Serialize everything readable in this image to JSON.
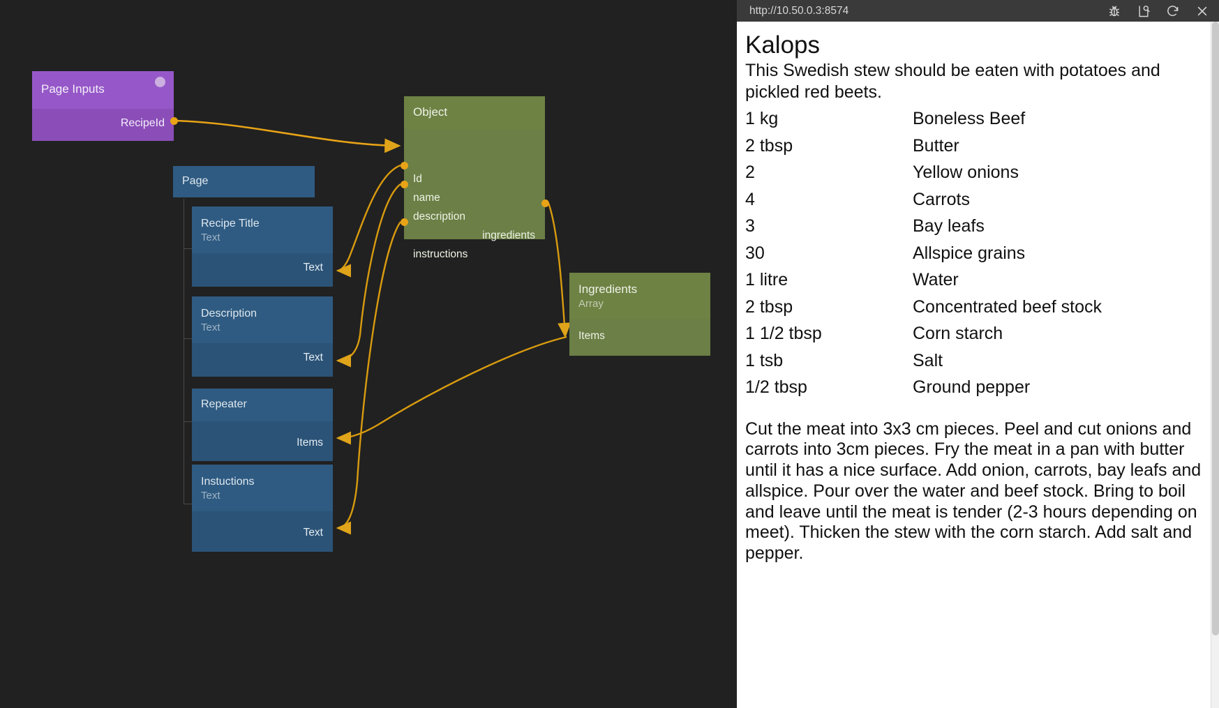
{
  "canvas": {
    "nodes": [
      {
        "id": "page-inputs",
        "type": "purple",
        "title": "Page Inputs",
        "ports": [
          {
            "label": "RecipeId",
            "side": "out"
          }
        ]
      },
      {
        "id": "page",
        "type": "blue-group",
        "title": "Page"
      },
      {
        "id": "recipe-title",
        "type": "blue",
        "title": "Recipe Title",
        "subtitle": "Text",
        "ports": [
          {
            "label": "Text",
            "side": "in"
          }
        ]
      },
      {
        "id": "description",
        "type": "blue",
        "title": "Description",
        "subtitle": "Text",
        "ports": [
          {
            "label": "Text",
            "side": "in"
          }
        ]
      },
      {
        "id": "repeater",
        "type": "blue",
        "title": "Repeater",
        "subtitle": "",
        "ports": [
          {
            "label": "Items",
            "side": "in"
          }
        ]
      },
      {
        "id": "instuctions",
        "type": "blue",
        "title": "Instuctions",
        "subtitle": "Text",
        "ports": [
          {
            "label": "Text",
            "side": "in"
          }
        ]
      },
      {
        "id": "object",
        "type": "green",
        "title": "Object",
        "subtitle": "",
        "inputs": [
          "Id",
          "name",
          "description",
          "instructions"
        ],
        "outputs": [
          "ingredients"
        ]
      },
      {
        "id": "ingredients",
        "type": "green",
        "title": "Ingredients",
        "subtitle": "Array",
        "inputs": [
          "Items"
        ],
        "outputs": []
      }
    ],
    "colors": {
      "background": "#212121",
      "purple_header": "#9658c8",
      "purple_body": "#8b4eb9",
      "blue_header": "#2f5b82",
      "blue_body": "#2b5377",
      "green_header": "#6e8244",
      "green_body": "#6b7f46",
      "wire": "#d99b0f",
      "port": "#e8a317"
    }
  },
  "browser": {
    "url": "http://10.50.0.3:8574",
    "icons": [
      "bug-icon",
      "inspect-page-icon",
      "reload-icon",
      "close-icon"
    ],
    "page": {
      "title": "Kalops",
      "description": "This Swedish stew should be eaten with potatoes and pickled red beets.",
      "ingredients": [
        {
          "quantity": "1 kg",
          "name": "Boneless Beef"
        },
        {
          "quantity": "2 tbsp",
          "name": "Butter"
        },
        {
          "quantity": "2",
          "name": "Yellow onions"
        },
        {
          "quantity": "4",
          "name": "Carrots"
        },
        {
          "quantity": "3",
          "name": "Bay leafs"
        },
        {
          "quantity": "30",
          "name": "Allspice grains"
        },
        {
          "quantity": "1 litre",
          "name": "Water"
        },
        {
          "quantity": "2 tbsp",
          "name": "Concentrated beef stock"
        },
        {
          "quantity": "1 1/2 tbsp",
          "name": "Corn starch"
        },
        {
          "quantity": "1 tsb",
          "name": "Salt"
        },
        {
          "quantity": "1/2 tbsp",
          "name": "Ground pepper"
        }
      ],
      "instructions": "Cut the meat into 3x3 cm pieces. Peel and cut onions and carrots into 3cm pieces. Fry the meat in a pan with butter until it has a nice surface. Add onion, carrots, bay leafs and allspice. Pour over the water and beef stock. Bring to boil and leave until the meat is tender (2-3 hours depending on meet). Thicken the stew with the corn starch. Add salt and pepper."
    }
  }
}
